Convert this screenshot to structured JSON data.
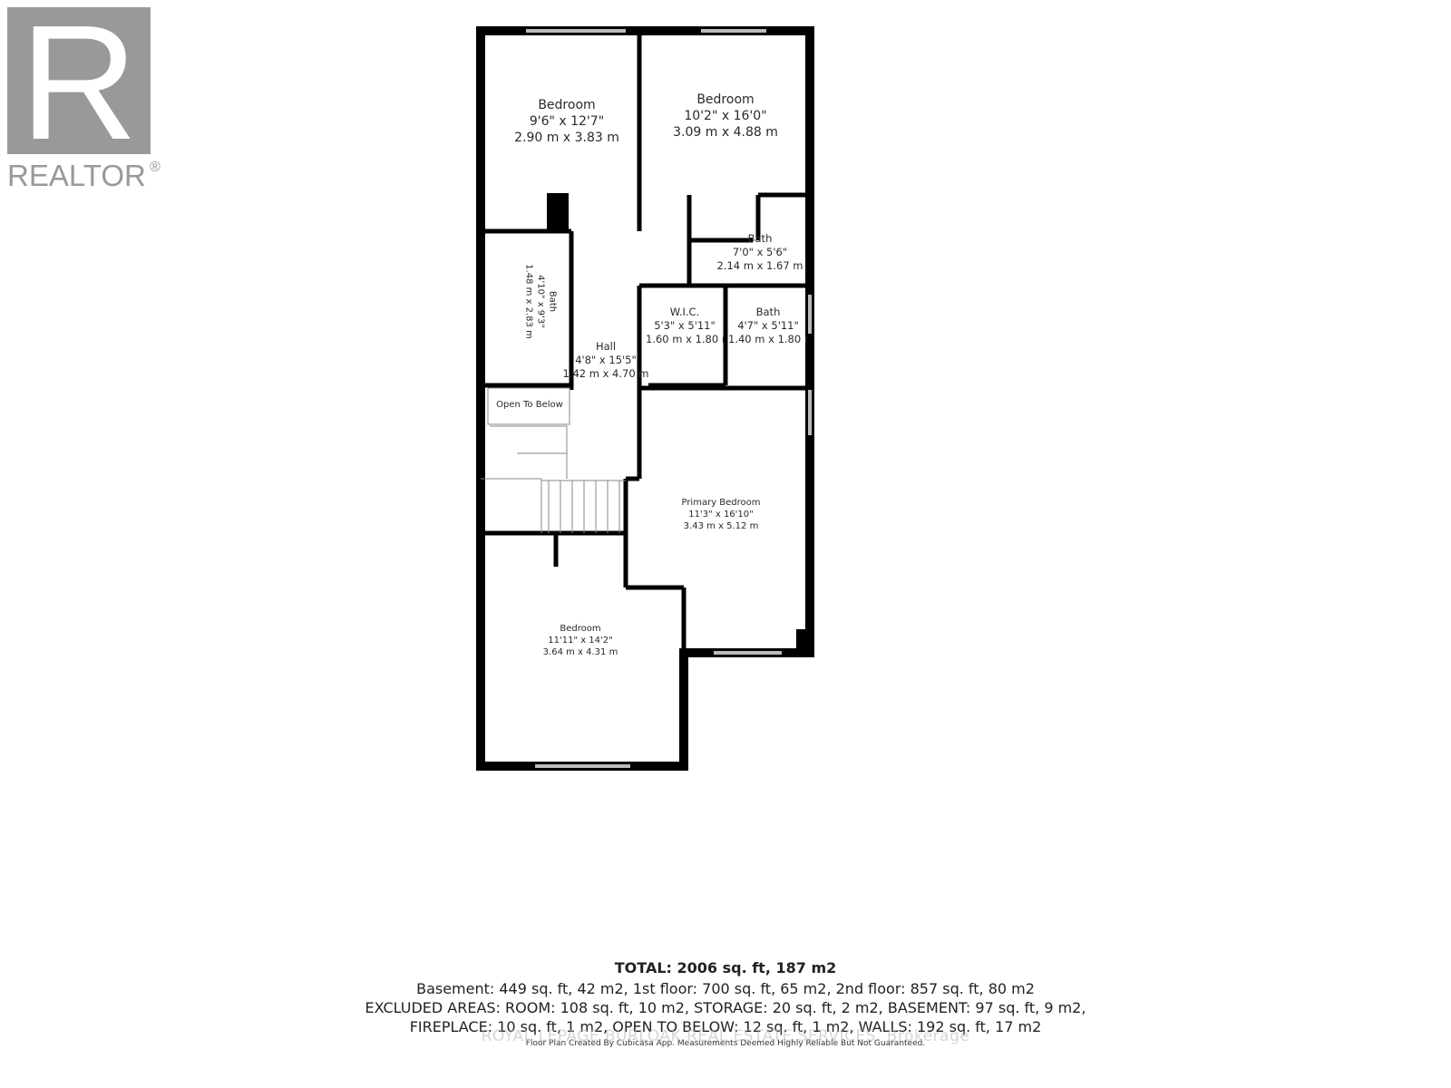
{
  "logo": {
    "brand": "REALTOR",
    "mark": "®",
    "letter": "R",
    "color": "#999999"
  },
  "rooms": [
    {
      "id": "bedroom-1",
      "name": "Bedroom",
      "imperial": "9'6\" x 12'7\"",
      "metric": "2.90 m x 3.83 m"
    },
    {
      "id": "bedroom-2",
      "name": "Bedroom",
      "imperial": "10'2\" x 16'0\"",
      "metric": "3.09 m x 4.88 m"
    },
    {
      "id": "bath-1",
      "name": "Bath",
      "imperial": "4'10\" x 9'3\"",
      "metric": "1.48 m x 2.83 m"
    },
    {
      "id": "bath-2",
      "name": "Bath",
      "imperial": "7'0\" x 5'6\"",
      "metric": "2.14 m x 1.67 m"
    },
    {
      "id": "wic",
      "name": "W.I.C.",
      "imperial": "5'3\" x 5'11\"",
      "metric": "1.60 m x 1.80 m"
    },
    {
      "id": "bath-3",
      "name": "Bath",
      "imperial": "4'7\" x 5'11\"",
      "metric": "1.40 m x 1.80 m"
    },
    {
      "id": "hall",
      "name": "Hall",
      "imperial": "4'8\" x 15'5\"",
      "metric": "1.42 m x 4.70 m"
    },
    {
      "id": "open-to-below",
      "name": "Open To Below"
    },
    {
      "id": "primary-bedroom",
      "name": "Primary Bedroom",
      "imperial": "11'3\" x 16'10\"",
      "metric": "3.43 m x 5.12 m"
    },
    {
      "id": "bedroom-3",
      "name": "Bedroom",
      "imperial": "11'11\" x 14'2\"",
      "metric": "3.64 m x 4.31 m"
    }
  ],
  "summary": {
    "total": "TOTAL: 2006 sq. ft, 187 m2",
    "line1": "Basement: 449 sq. ft, 42 m2, 1st floor: 700 sq. ft, 65 m2, 2nd floor: 857 sq. ft, 80 m2",
    "line2": "EXCLUDED AREAS: ROOM: 108 sq. ft, 10 m2, STORAGE: 20 sq. ft, 2 m2, BASEMENT: 97 sq. ft, 9 m2,",
    "line3": "FIREPLACE: 10 sq. ft, 1 m2, OPEN TO BELOW: 12 sq. ft, 1 m2, WALLS: 192 sq. ft, 17 m2",
    "note": "Floor Plan Created By Cubicasa App. Measurements Deemed Highly Reliable But Not Guaranteed."
  },
  "watermark": "ROYAL LEPAGE BURLOAK REAL ESTATE SERVICES, Brokerage",
  "colors": {
    "wall": "#000000",
    "window": "#bbbbbb",
    "logo": "#999999"
  }
}
